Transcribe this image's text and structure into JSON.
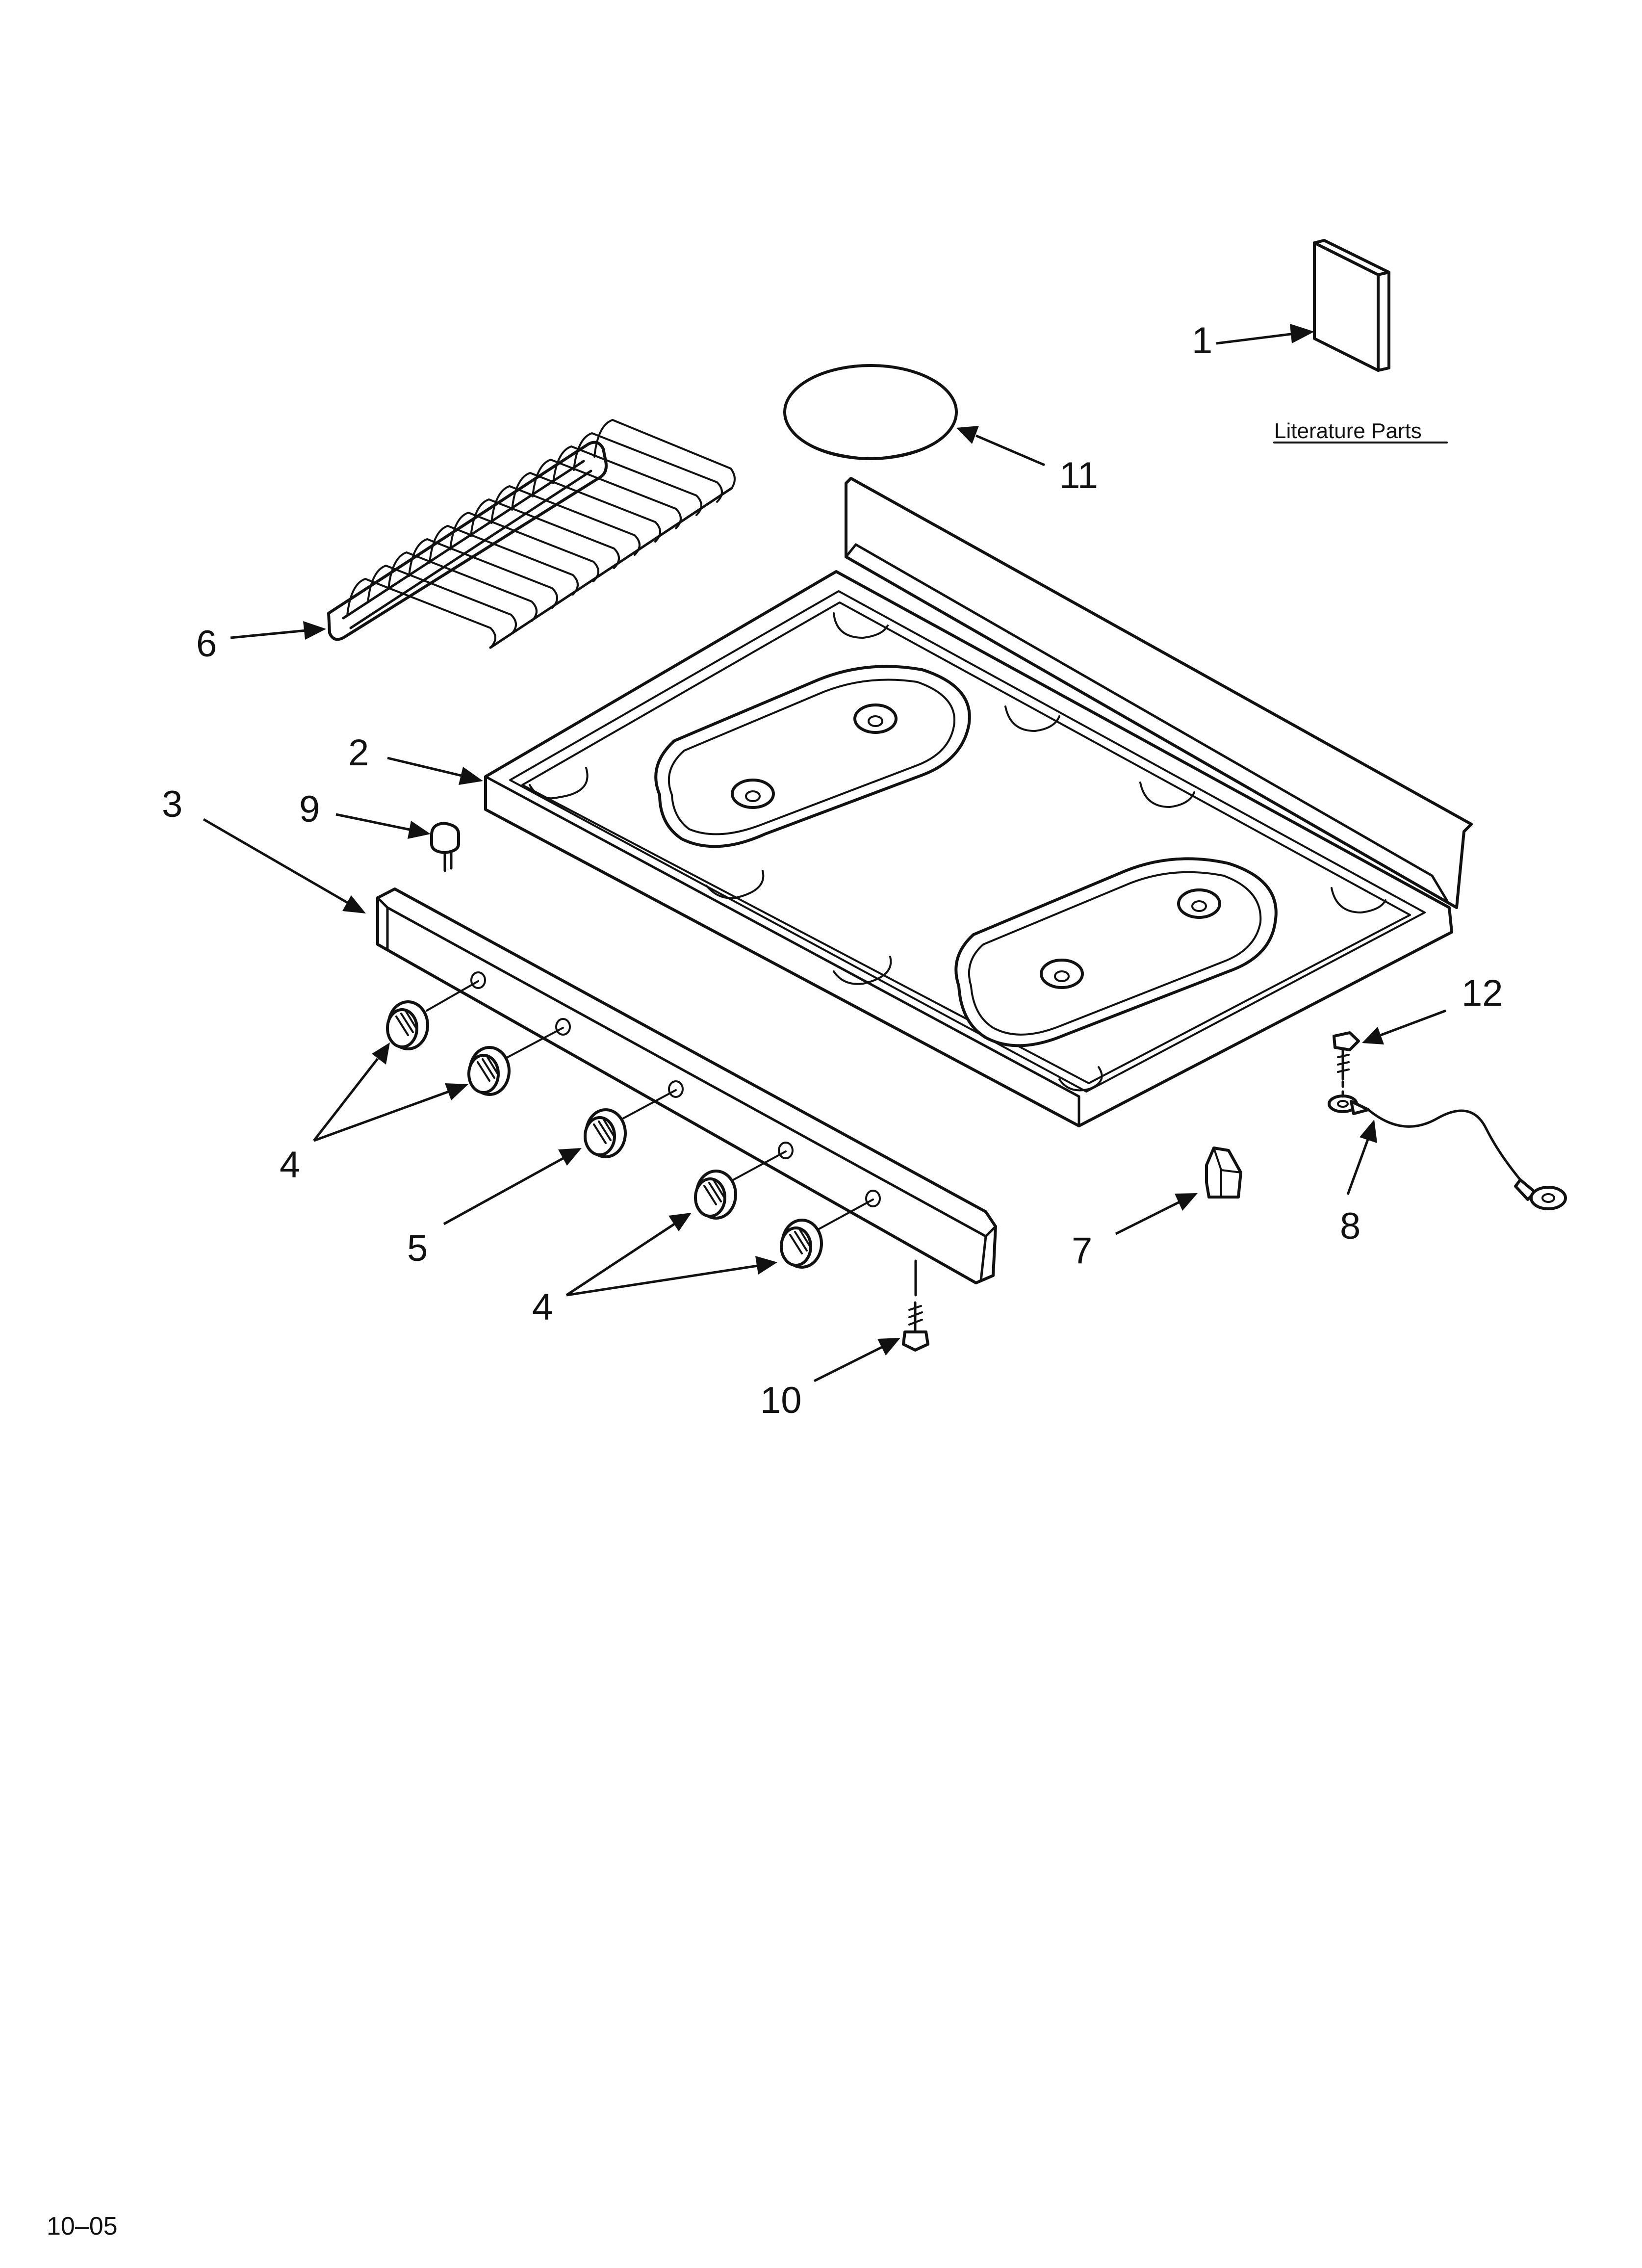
{
  "callouts": {
    "c1": "1",
    "c2": "2",
    "c3": "3",
    "c4a": "4",
    "c4b": "4",
    "c5": "5",
    "c6": "6",
    "c7": "7",
    "c8": "8",
    "c9": "9",
    "c10": "10",
    "c11": "11",
    "c12": "12"
  },
  "literature_label": "Literature Parts",
  "footer_code": "10–05",
  "colors": {
    "line": "#111111",
    "background": "#ffffff"
  }
}
